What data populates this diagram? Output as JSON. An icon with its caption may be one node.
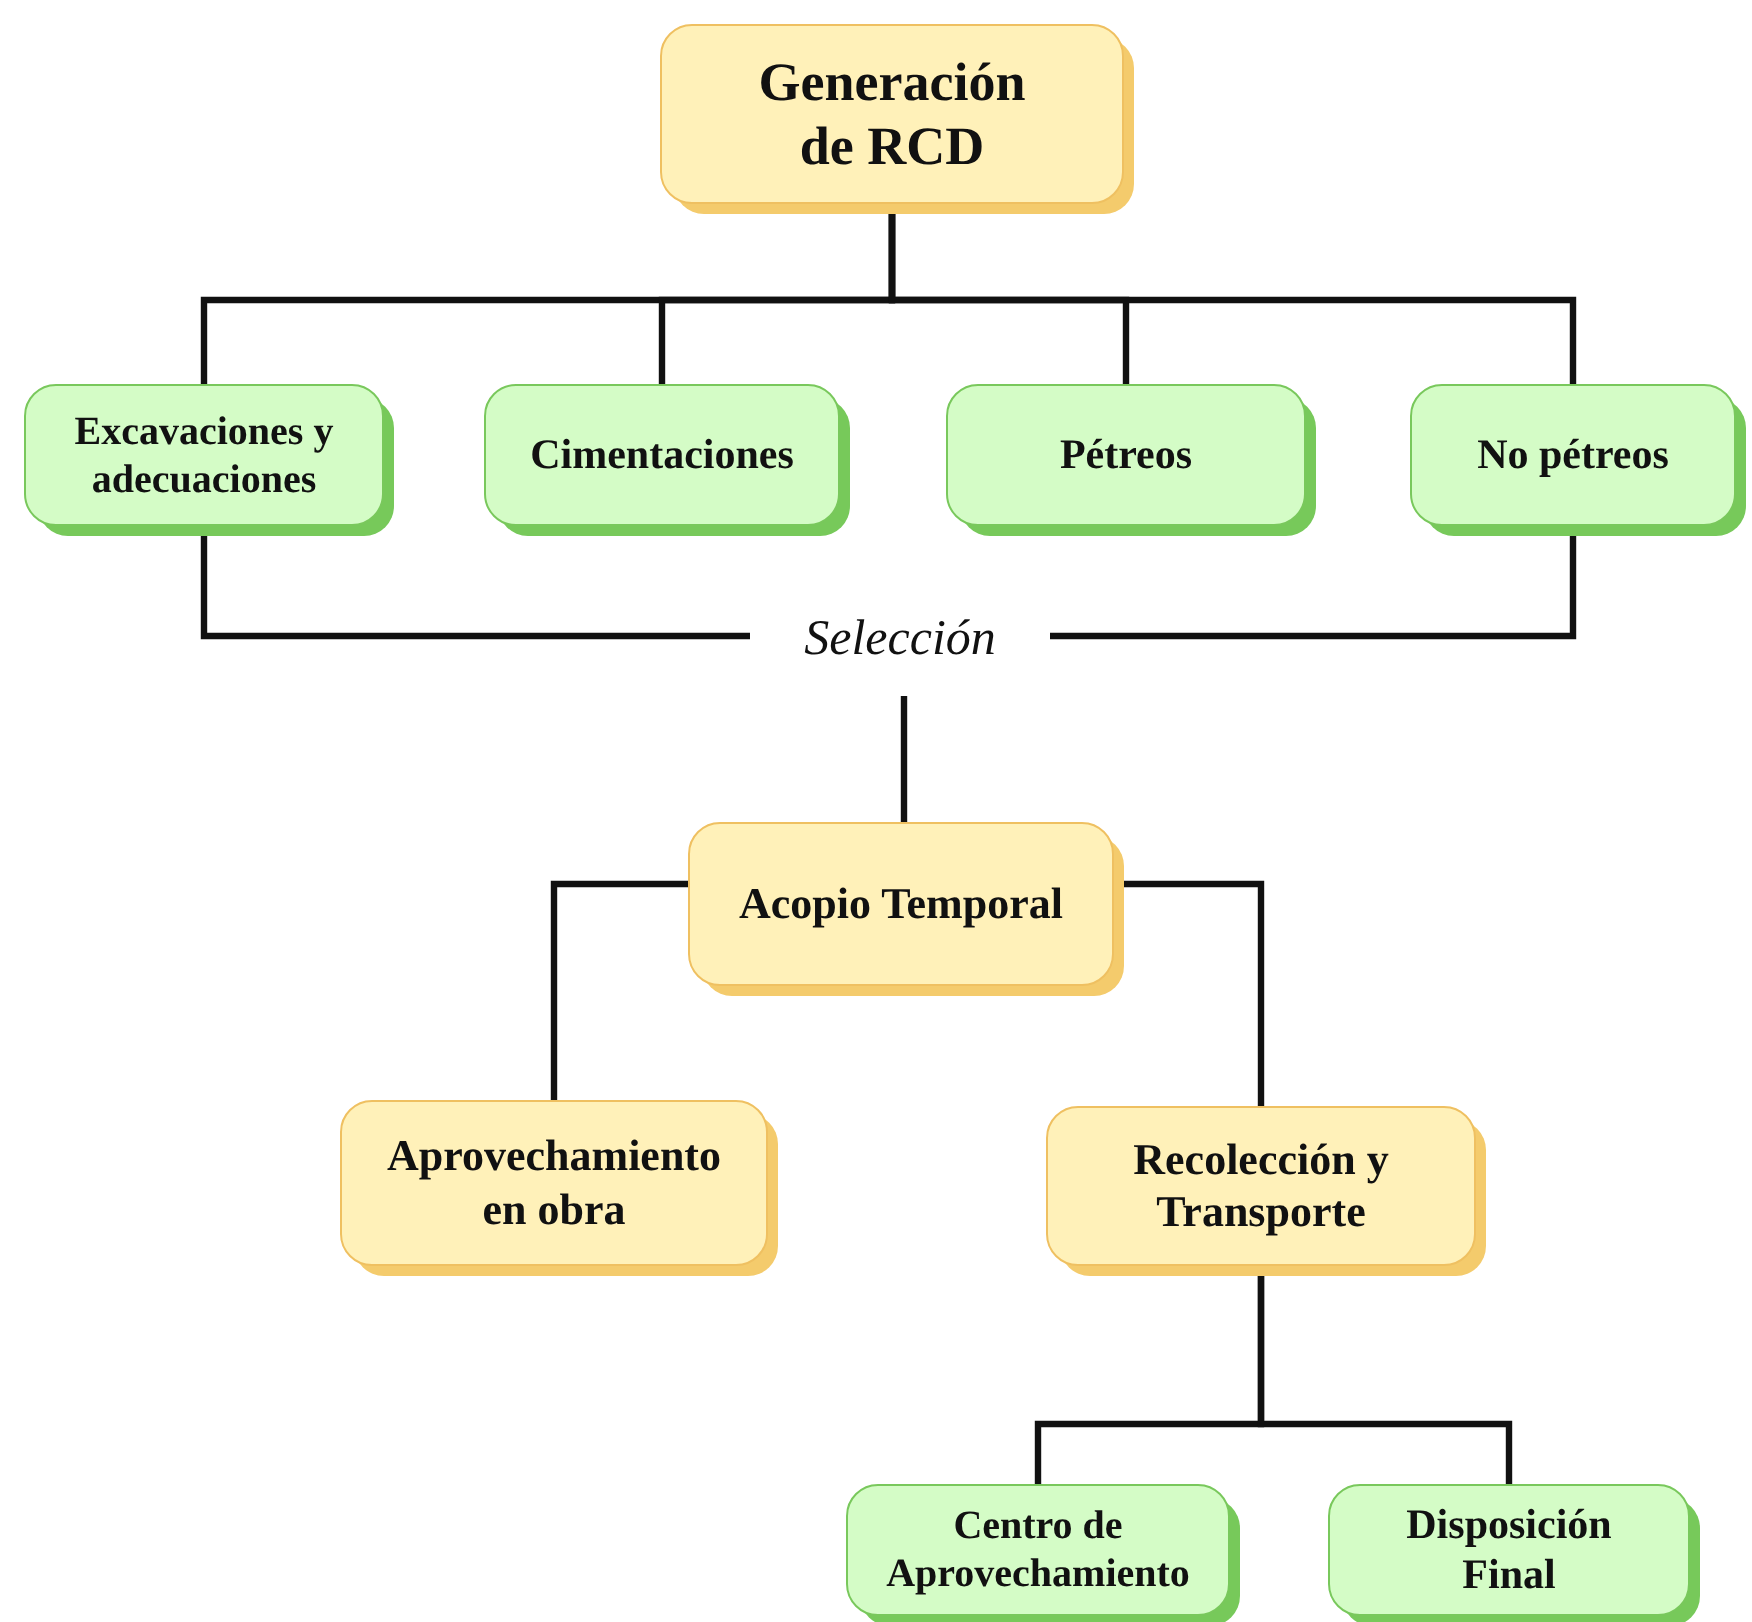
{
  "diagram": {
    "nodes": [
      {
        "text": [
          "Generación de RCD"
        ]
      },
      {
        "text": [
          "Excavaciones y adecuaciones"
        ]
      },
      {
        "text": [
          "Cimentaciones"
        ]
      },
      {
        "text": [
          "Pétreos"
        ]
      },
      {
        "text": [
          "No pétreos"
        ]
      },
      {
        "text": [
          "Selección"
        ]
      },
      {
        "text": [
          "Acopio Temporal"
        ]
      },
      {
        "text": [
          "Aprovechamiento en obra"
        ]
      },
      {
        "text": [
          "Recolección y Transporte"
        ]
      },
      {
        "text": [
          "Centro de Aprovechamiento"
        ]
      },
      {
        "text": [
          "Disposición Final"
        ]
      }
    ],
    "edges": [
      {
        "from": 0,
        "to": 1,
        "arrow": "none"
      },
      {
        "from": 0,
        "to": 2,
        "arrow": "none"
      },
      {
        "from": 0,
        "to": 3,
        "arrow": "none"
      },
      {
        "from": 0,
        "to": 4,
        "arrow": "none"
      },
      {
        "from": 1,
        "to": 5,
        "arrow": "none"
      },
      {
        "from": 4,
        "to": 5,
        "arrow": "none"
      },
      {
        "from": 5,
        "to": 6,
        "arrow": "none"
      },
      {
        "from": 6,
        "to": 7,
        "arrow": "none"
      },
      {
        "from": 6,
        "to": 8,
        "arrow": "none"
      },
      {
        "from": 8,
        "to": 9,
        "arrow": "none"
      },
      {
        "from": 8,
        "to": 10,
        "arrow": "none"
      }
    ]
  }
}
